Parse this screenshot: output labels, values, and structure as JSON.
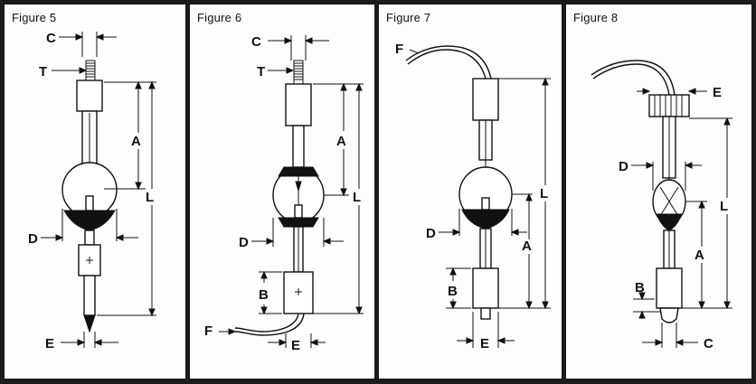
{
  "figures": [
    {
      "title": "Figure 5",
      "labels": {
        "C": "C",
        "T": "T",
        "A": "A",
        "L": "L",
        "D": "D",
        "E": "E"
      }
    },
    {
      "title": "Figure 6",
      "labels": {
        "C": "C",
        "T": "T",
        "A": "A",
        "L": "L",
        "D": "D",
        "B": "B",
        "F": "F",
        "E": "E"
      }
    },
    {
      "title": "Figure 7",
      "labels": {
        "F": "F",
        "L": "L",
        "D": "D",
        "A": "A",
        "B": "B",
        "E": "E"
      }
    },
    {
      "title": "Figure 8",
      "labels": {
        "E": "E",
        "D": "D",
        "L": "L",
        "A": "A",
        "B": "B",
        "C": "C"
      }
    }
  ],
  "colors": {
    "ink": "#111111",
    "panel": "#fdfdfd",
    "frame": "#1c1c1c"
  }
}
